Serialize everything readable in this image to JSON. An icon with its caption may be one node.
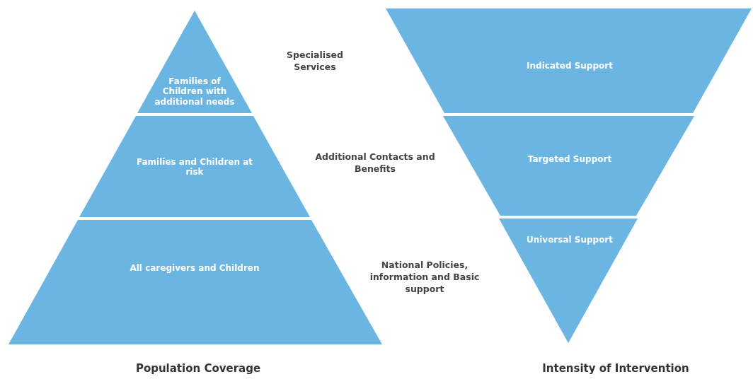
{
  "diagram": {
    "nodes": [
      {
        "text": [
          "Families of Children with additional needs"
        ]
      },
      {
        "text": [
          "Families and Children at risk"
        ]
      },
      {
        "text": [
          "All caregivers and Children"
        ]
      },
      {
        "text": [
          "Indicated Support"
        ]
      },
      {
        "text": [
          "Targeted Support"
        ]
      },
      {
        "text": [
          "Universal Support"
        ]
      }
    ],
    "edges": [],
    "labels": [
      "Specialised Services",
      "Additional Contacts and Benefits",
      "National Policies, information and Basic support",
      "Population Coverage",
      "Intensity of Intervention"
    ]
  }
}
